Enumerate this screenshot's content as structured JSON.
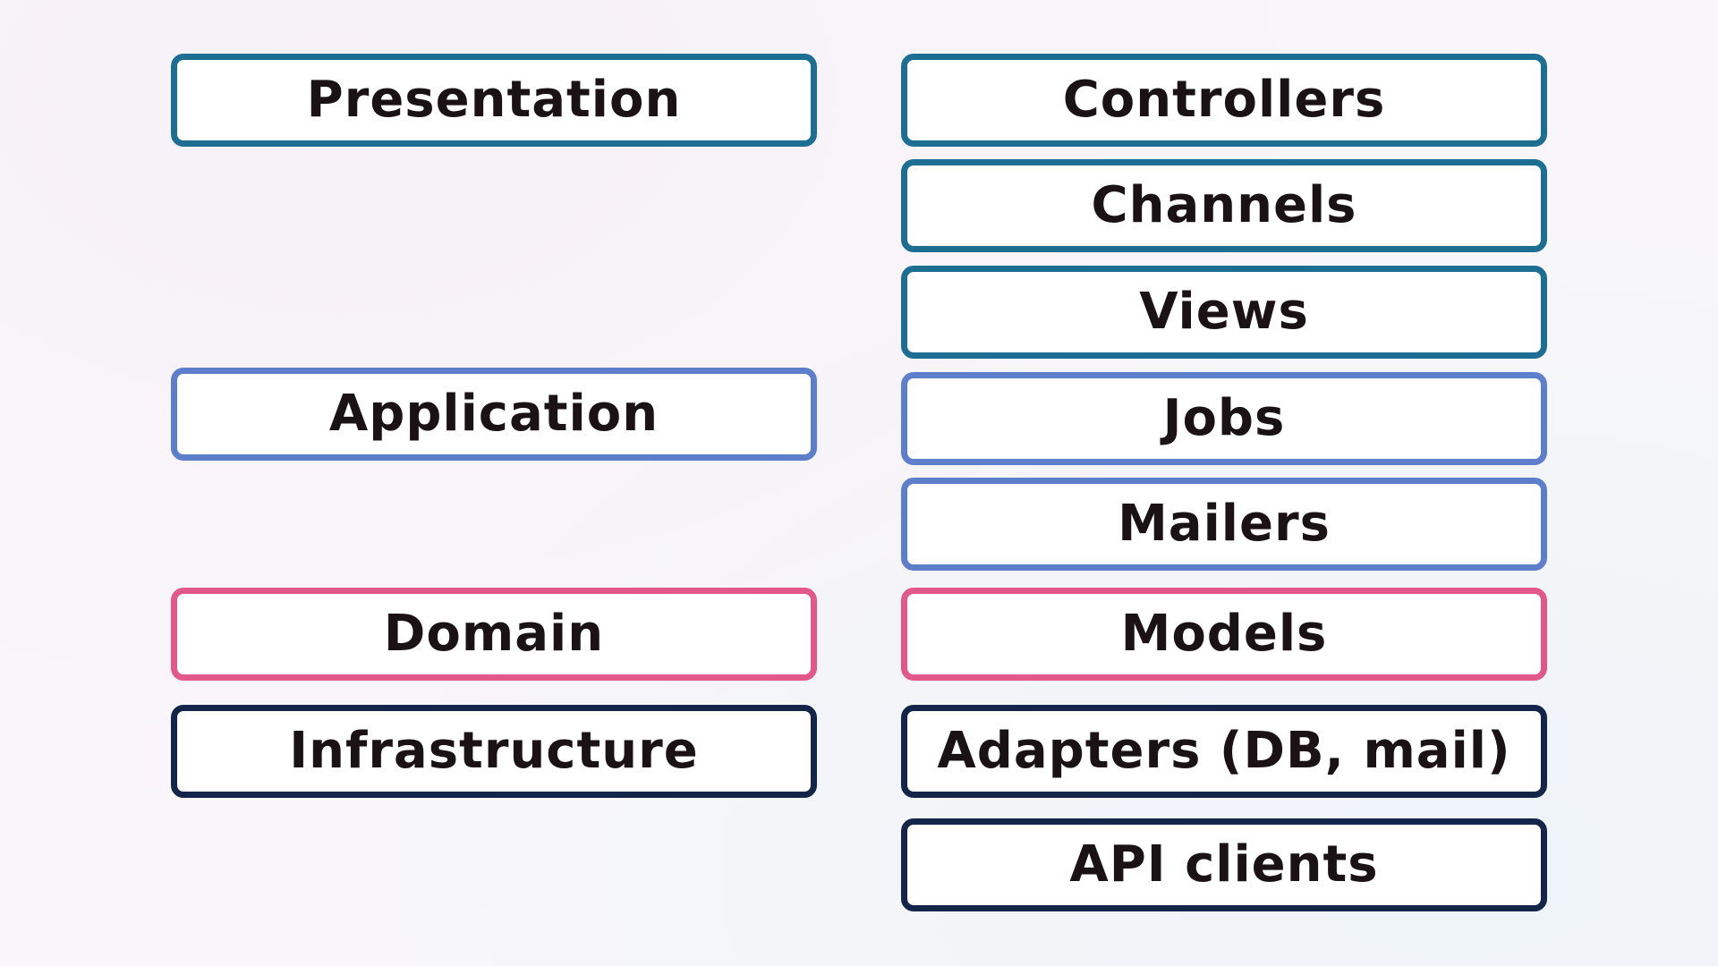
{
  "layers": [
    {
      "label": "Presentation",
      "color": "#1c6e93"
    },
    {
      "label": "Application",
      "color": "#5d7fcb"
    },
    {
      "label": "Domain",
      "color": "#e3588b"
    },
    {
      "label": "Infrastructure",
      "color": "#13264a"
    }
  ],
  "components": [
    {
      "label": "Controllers",
      "layer": "Presentation"
    },
    {
      "label": "Channels",
      "layer": "Presentation"
    },
    {
      "label": "Views",
      "layer": "Presentation"
    },
    {
      "label": "Jobs",
      "layer": "Application"
    },
    {
      "label": "Mailers",
      "layer": "Application"
    },
    {
      "label": "Models",
      "layer": "Domain"
    },
    {
      "label": "Adapters (DB, mail)",
      "layer": "Infrastructure"
    },
    {
      "label": "API clients",
      "layer": "Infrastructure"
    }
  ]
}
